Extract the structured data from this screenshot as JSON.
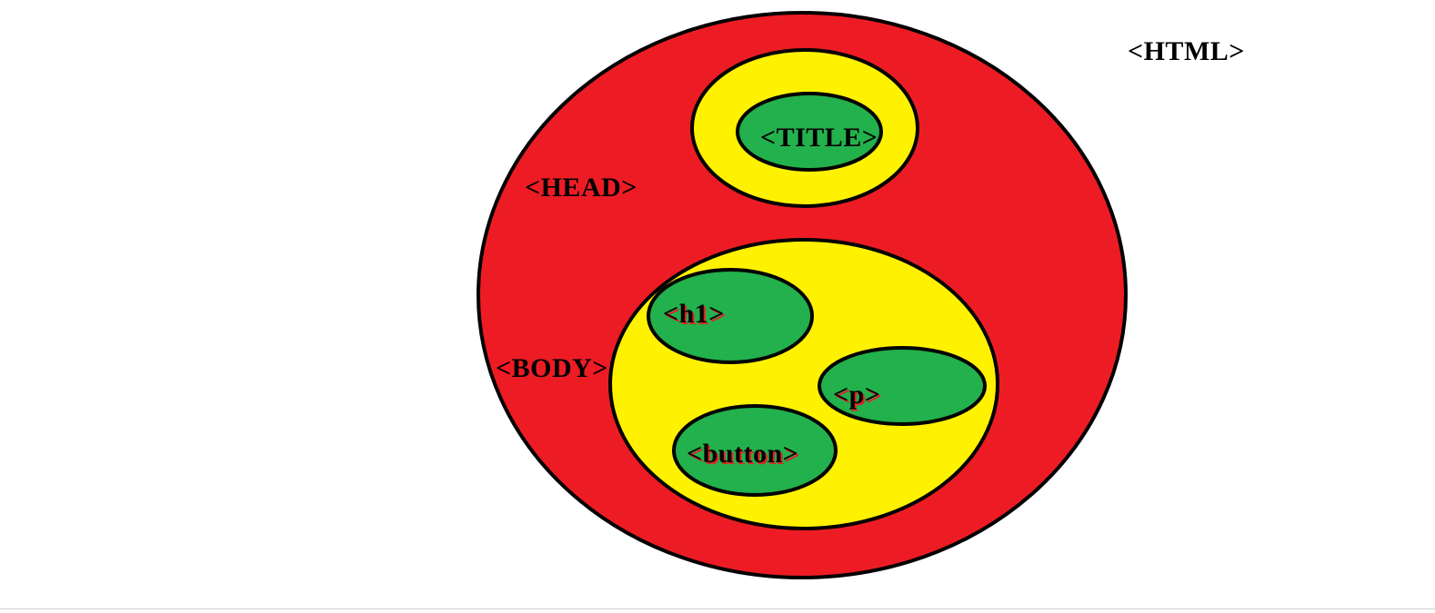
{
  "colors": {
    "html_fill": "#ed1c24",
    "head_fill": "#fff200",
    "body_fill": "#fff200",
    "element_fill": "#22b14c",
    "outline": "#000000",
    "background": "#ffffff"
  },
  "labels": {
    "html": "<HTML>",
    "head": "<HEAD>",
    "title": "<TITLE>",
    "body": "<BODY>",
    "h1": "<h1>",
    "p": "<p>",
    "button": "<button>"
  }
}
